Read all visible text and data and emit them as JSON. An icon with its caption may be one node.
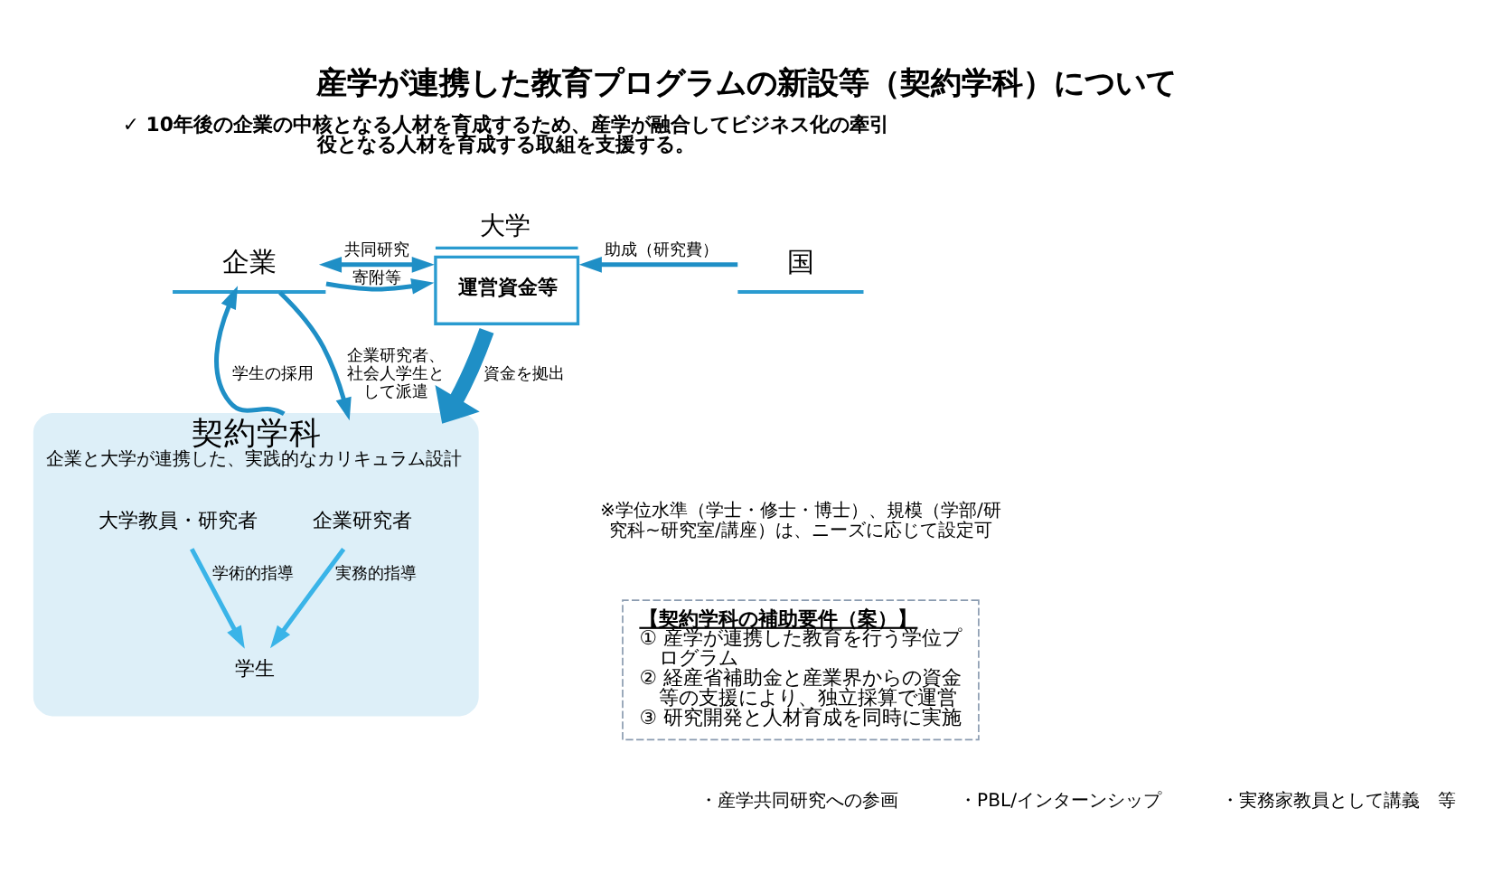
{
  "diagram": {
    "title": "産学が連携した教育プログラムの新設等（契約学科）について",
    "nodes": [
      {
        "text": [
          "企業"
        ]
      },
      {
        "text": [
          "大学",
          "運営資金等"
        ]
      },
      {
        "text": [
          "国"
        ]
      },
      {
        "text": [
          "契約学科",
          "企業と大学が連携した、実践的なカリキュラム設計"
        ]
      },
      {
        "text": [
          "企業研究者"
        ],
        "in": 3
      },
      {
        "text": [
          "学生"
        ],
        "in": 3
      },
      {
        "text": [
          "大学教員・研究者"
        ],
        "in": 3
      },
      {
        "text": [
          "【契約学科の補助要件（案）】",
          "① 産学が連携した教育を行う学位プログラム",
          "② 経産省補助金と産業界からの資金等の支援により、独立採算で運営",
          "③ 研究開発と人材育成を同時に実施"
        ]
      }
    ],
    "edges": [
      {
        "from": 0,
        "to": 1,
        "arrow": "both",
        "label": "共同研究"
      },
      {
        "from": 0,
        "to": 1,
        "arrow": "to",
        "label": "寄附等"
      },
      {
        "from": 2,
        "to": 1,
        "arrow": "to",
        "label": "助成（研究費）"
      },
      {
        "from": 1,
        "to": 3,
        "arrow": "to",
        "label": "資金を拠出",
        "style": "thick"
      },
      {
        "from": 0,
        "to": 3,
        "arrow": "to",
        "label": "企業研究者、社会人学生として派遣"
      },
      {
        "from": 3,
        "to": 0,
        "arrow": "to",
        "label": "学生の採用"
      },
      {
        "from": 4,
        "to": 5,
        "arrow": "to",
        "label": "実務的指導",
        "color": "#3ab4e8"
      },
      {
        "from": 6,
        "to": 5,
        "arrow": "to",
        "label": "学術的指導",
        "color": "#3ab4e8"
      }
    ],
    "labels": [
      "✓ 10年後の企業の中核となる人材を育成するため、産学が融合してビジネス化の牽引役となる人材を育成する取組を支援する。",
      "※学位水準（学士・修士・博士）、規模（学部/研究科~研究室/講座）は、ニーズに応じて設定可",
      "・産学共同研究への参画",
      "・PBL/インターンシップ",
      "・実務家教員として講義　等"
    ]
  }
}
